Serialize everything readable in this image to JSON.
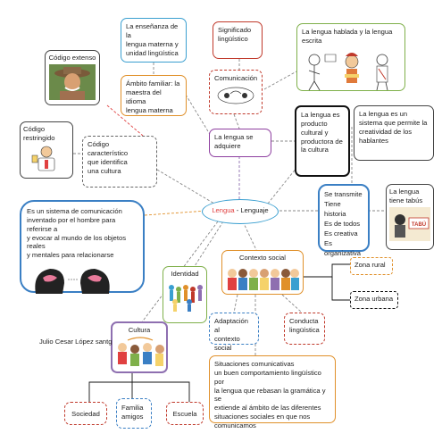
{
  "center": {
    "lengua": "Lengua",
    "sep": " - ",
    "lenguaje": "Lenguaje"
  },
  "nodes": {
    "ensenanza": "La  enseñanza de la\nlengua materna  y\nunidad lingüística",
    "ambito": "Ámbito familiar: la\nmaestra del idioma\nlengua materna",
    "significado": "Significado\nlingüístico",
    "comunicacion": "Comunicación",
    "hablada": "La lengua hablada y la lengua escrita",
    "codigo_extenso": "Código extenso",
    "codigo_restringido": "Código\nrestringido",
    "codigo_caracteristico": "Código\ncaracterístico\nque identifica\nuna cultura",
    "se_adquiere": "La lengua se\nadquiere",
    "producto": "La lengua es\nproducto\ncultural y\nproductora de\nla cultura",
    "sistema": "La lengua es  un\nsistema que permite la\ncreatividad de los\nhablantes",
    "propiedades": "Se transmite\nTiene historia\nEs de todos\nEs creativa\nEs organizativa",
    "tabus": "La lengua\ntiene tabús",
    "sistema_comunicacion": "Es un sistema de comunicación\ninventado por el hombre para referirse a\ny evocar al mundo de los objetos reales\ny mentales para relacionarse",
    "identidad": "Identidad",
    "contexto": "Contexto social",
    "zona_rural": "Zona rural",
    "zona_urbana": "Zona urbana",
    "adaptacion": "Adaptación al\ncontexto social",
    "conducta": "Conducta\nlingüística",
    "situaciones": "Situaciones comunicativas\nun buen comportamiento lingüístico por\nla lengua que rebasan la gramática y se\nextiende al ámbito de las diferentes\nsituaciones sociales en que nos\ncomunicamos",
    "cultura": "Cultura",
    "autor": "Julio Cesar López santg",
    "sociedad": "Sociedad",
    "familia": "Familia\namigos",
    "escuela": "Escuela",
    "tabu_sign": "TABÚ"
  },
  "colors": {
    "purple": "#8e6fb0",
    "blue": "#3a7fc4",
    "red": "#c0392b",
    "green": "#7fb04a",
    "orange": "#e0902a",
    "black": "#111111",
    "gray": "#888888",
    "center_text": "#e04040"
  }
}
